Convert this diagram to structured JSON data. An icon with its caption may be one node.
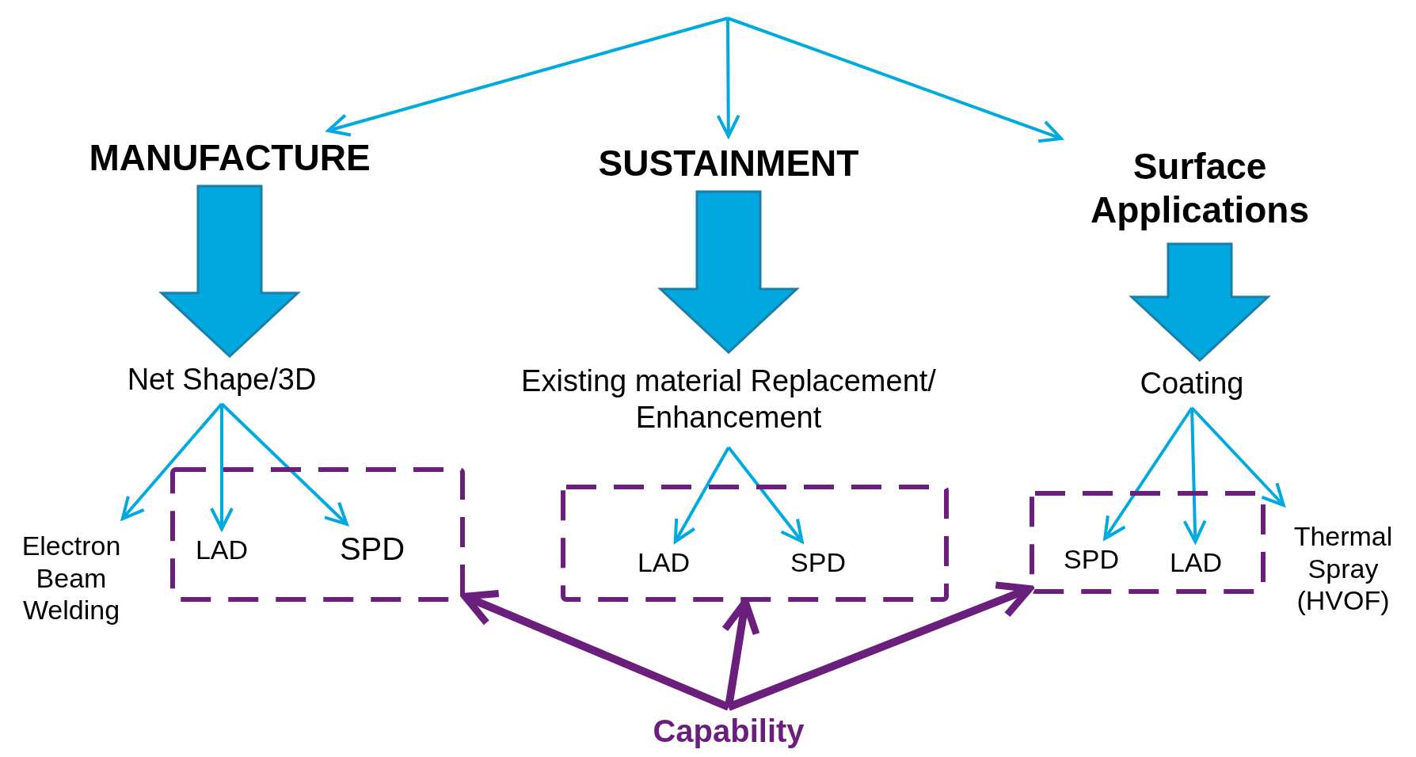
{
  "diagram": {
    "nodes": [
      {
        "text": [
          "MANUFACTURE"
        ]
      },
      {
        "text": [
          "SUSTAINMENT"
        ]
      },
      {
        "text": [
          "Surface Applications"
        ]
      },
      {
        "text": [
          "Net Shape/3D"
        ]
      },
      {
        "text": [
          "Existing material Replacement/ Enhancement"
        ]
      },
      {
        "text": [
          "Coating"
        ]
      },
      {
        "text": [
          "Electron Beam Welding"
        ]
      },
      {
        "text": [],
        "shape": "box"
      },
      {
        "text": [
          "LAD"
        ],
        "in": 7
      },
      {
        "text": [
          "SPD"
        ],
        "in": 7
      },
      {
        "text": [],
        "shape": "box"
      },
      {
        "text": [
          "LAD"
        ],
        "in": 10
      },
      {
        "text": [
          "SPD"
        ],
        "in": 10
      },
      {
        "text": [],
        "shape": "box"
      },
      {
        "text": [
          "SPD"
        ],
        "in": 13
      },
      {
        "text": [
          "LAD"
        ],
        "in": 13
      },
      {
        "text": [
          "Thermal Spray (HVOF)"
        ]
      },
      {
        "text": [
          "Capability"
        ]
      }
    ],
    "edges": [
      {
        "from": null,
        "to": 0,
        "arrow": "to"
      },
      {
        "from": null,
        "to": 1,
        "arrow": "to"
      },
      {
        "from": null,
        "to": 2,
        "arrow": "to"
      },
      {
        "from": 0,
        "to": 3,
        "arrow": "to",
        "style": "thick"
      },
      {
        "from": 1,
        "to": 4,
        "arrow": "to",
        "style": "thick"
      },
      {
        "from": 2,
        "to": 5,
        "arrow": "to",
        "style": "thick"
      },
      {
        "from": 3,
        "to": 6,
        "arrow": "to"
      },
      {
        "from": 3,
        "to": 8,
        "arrow": "to"
      },
      {
        "from": 3,
        "to": 9,
        "arrow": "to"
      },
      {
        "from": 4,
        "to": 11,
        "arrow": "to"
      },
      {
        "from": 4,
        "to": 12,
        "arrow": "to"
      },
      {
        "from": 5,
        "to": 14,
        "arrow": "to"
      },
      {
        "from": 5,
        "to": 15,
        "arrow": "to"
      },
      {
        "from": 5,
        "to": 16,
        "arrow": "to"
      },
      {
        "from": 17,
        "to": 7,
        "arrow": "to",
        "style": "thick",
        "color": "#6b1f7c"
      },
      {
        "from": 17,
        "to": 10,
        "arrow": "to",
        "style": "thick",
        "color": "#6b1f7c"
      },
      {
        "from": 17,
        "to": 13,
        "arrow": "to",
        "style": "thick",
        "color": "#6b1f7c"
      }
    ]
  }
}
